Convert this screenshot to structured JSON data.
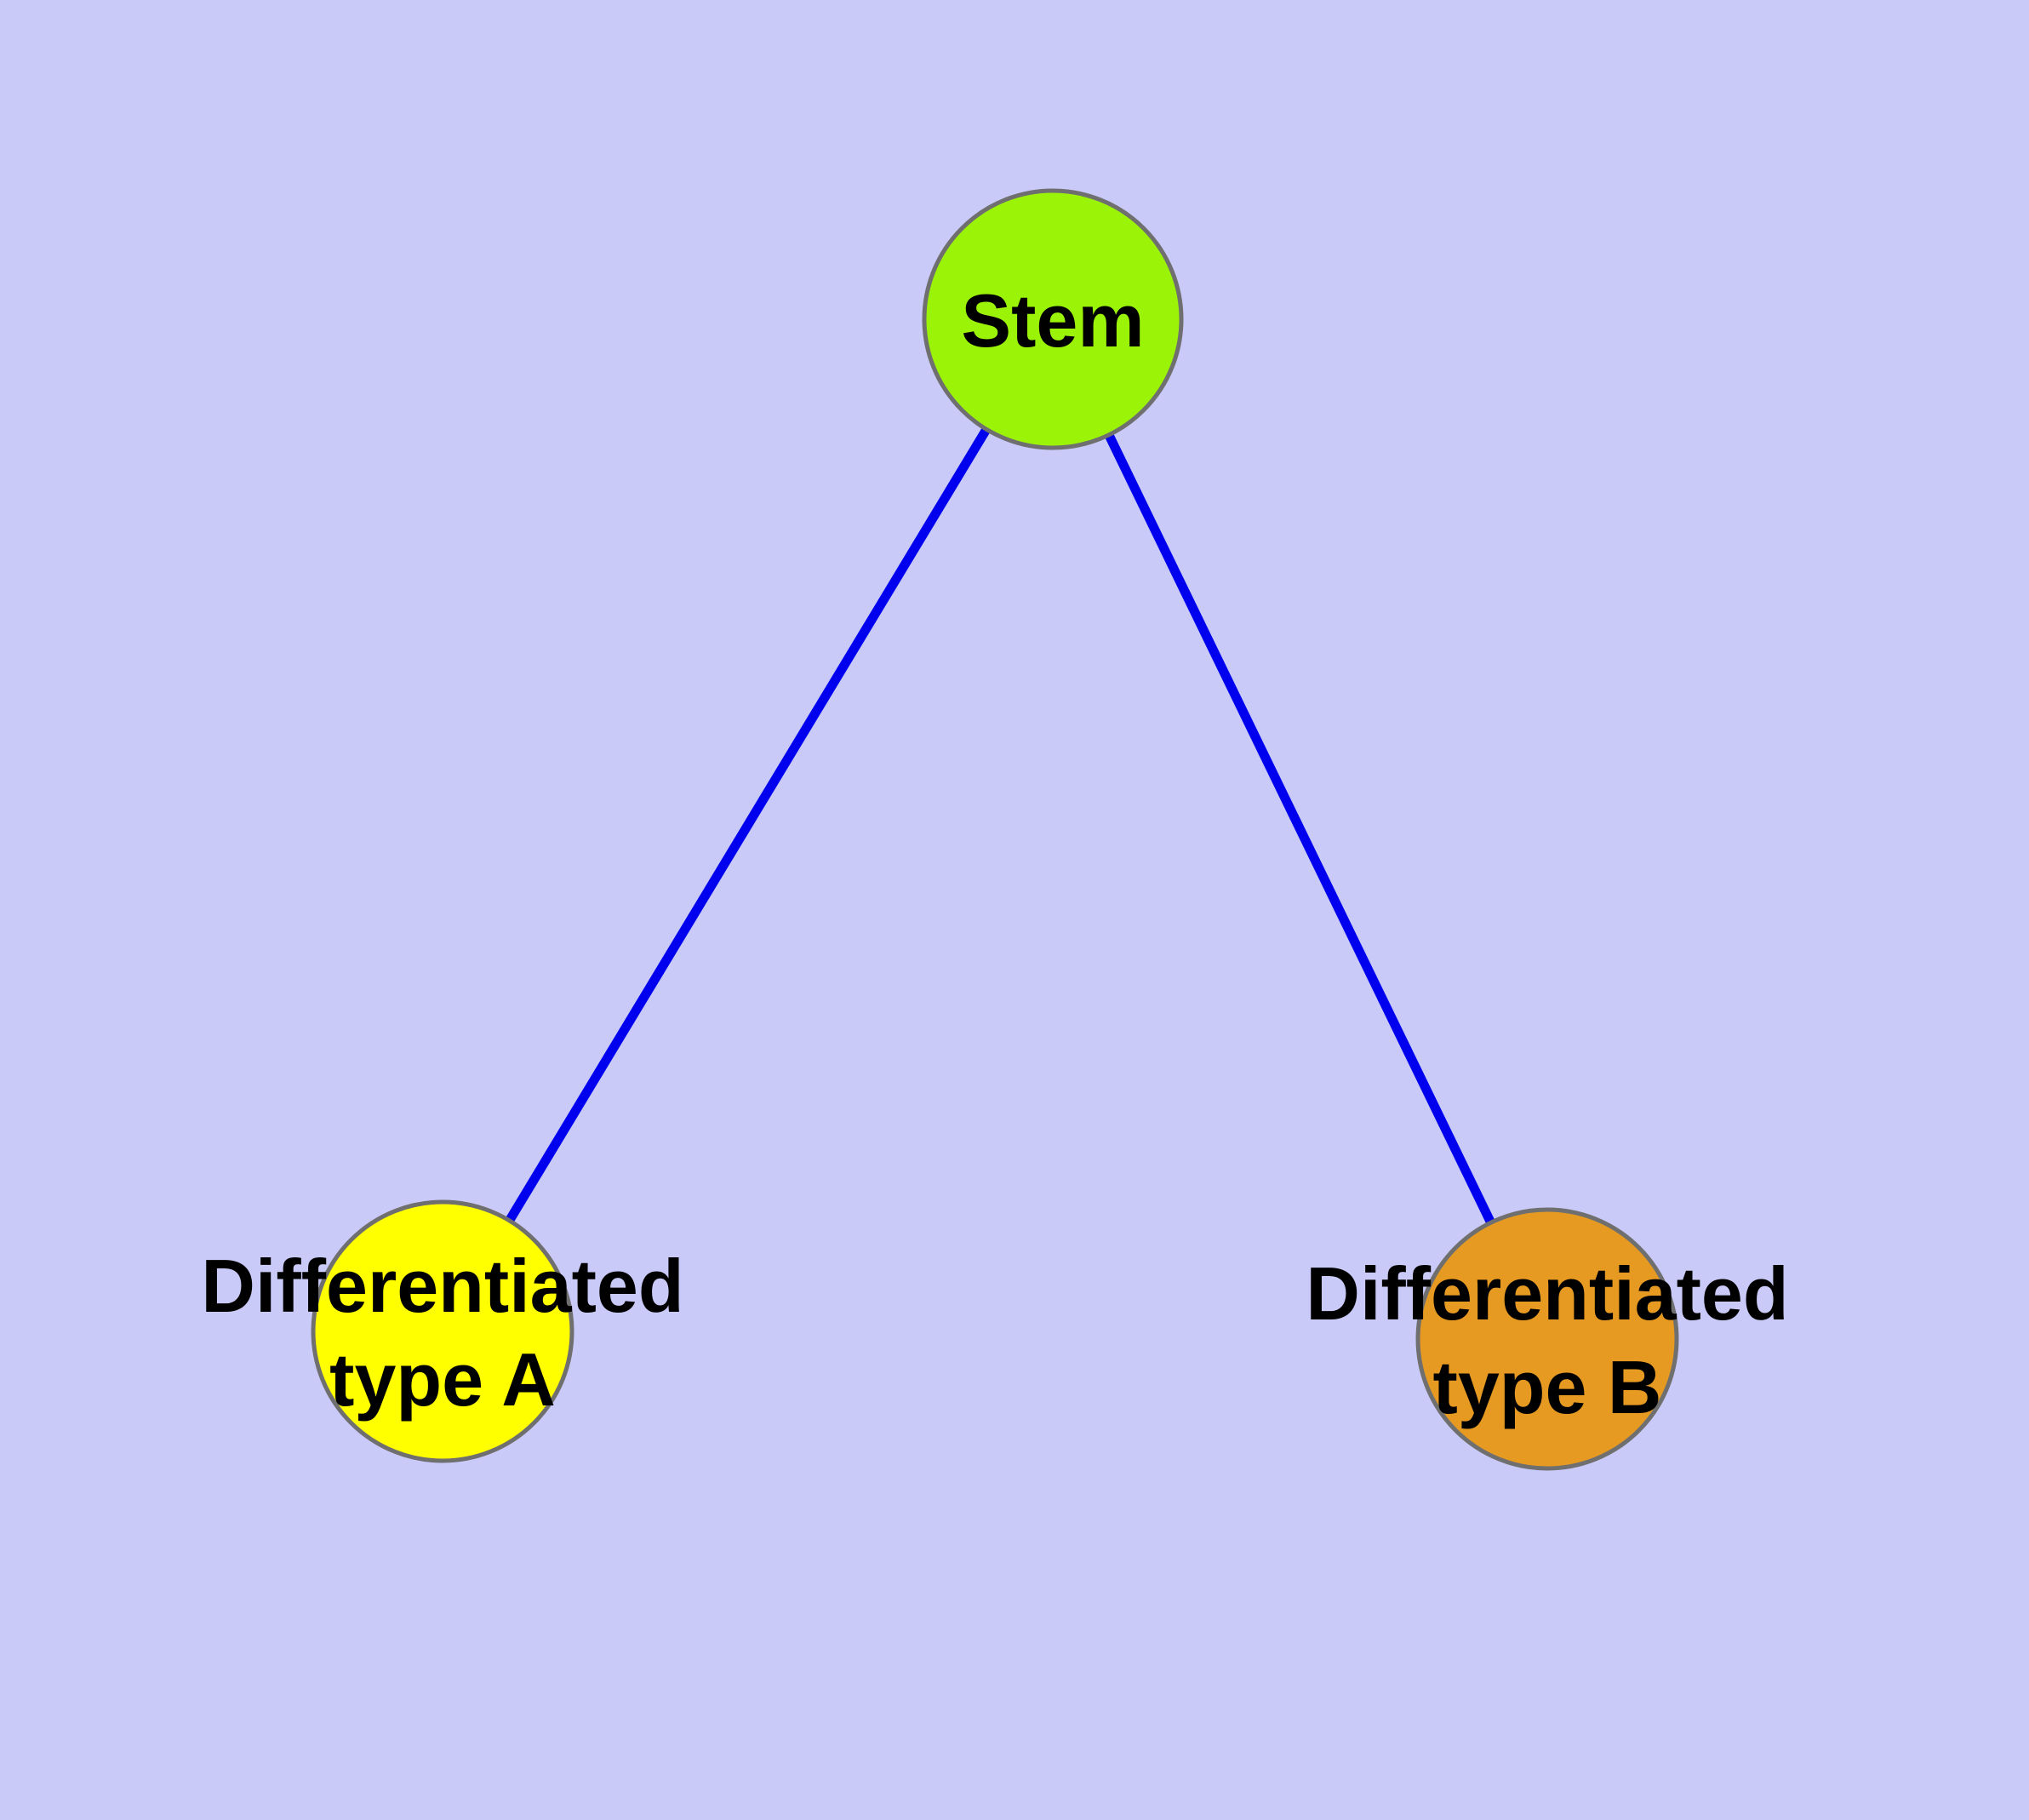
{
  "figure": {
    "background_color": "#CACAF8",
    "edge_color": "#0000EE",
    "node_outline_color": "#6F6F6F",
    "label_color": "#000000",
    "nodes": {
      "stem": {
        "label": "Stem",
        "fill": "#9BF407"
      },
      "type_a": {
        "label_line1": "Differentiated",
        "label_line2": "type A",
        "fill": "#FFFF00"
      },
      "type_b": {
        "label_line1": "Differentiated",
        "label_line2": "type B",
        "fill": "#E69A22"
      }
    },
    "edges": [
      {
        "from": "Stem",
        "to": "Differentiated type A"
      },
      {
        "from": "Stem",
        "to": "Differentiated type B"
      }
    ]
  }
}
